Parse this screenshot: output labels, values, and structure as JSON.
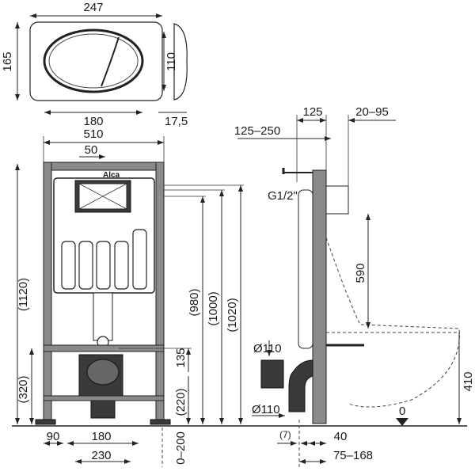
{
  "brand": "Alca",
  "flush_plate": {
    "width": "247",
    "height": "165",
    "button_height": "110",
    "button_width": "180",
    "depth": "17,5"
  },
  "front_view": {
    "frame_width": "510",
    "offset": "50",
    "height_total": "(1120)",
    "height_980": "(980)",
    "height_1000": "(1000)",
    "height_1020": "(1020)",
    "height_135": "135",
    "height_220": "(220)",
    "height_320": "(320)",
    "bottom_90": "90",
    "bottom_180": "180",
    "bottom_230": "230",
    "adjust": "0–200"
  },
  "side_view": {
    "depth_125": "125",
    "range_20_95": "20–95",
    "range_125_250": "125–250",
    "water_inlet": "G1/2\"",
    "height_590": "590",
    "pipe_upper": "Ø110",
    "pipe_lower": "Ø110",
    "height_410": "410",
    "floor_zero": "0",
    "gap_7": "(7)",
    "dist_40": "40",
    "range_75_168": "75–168"
  }
}
